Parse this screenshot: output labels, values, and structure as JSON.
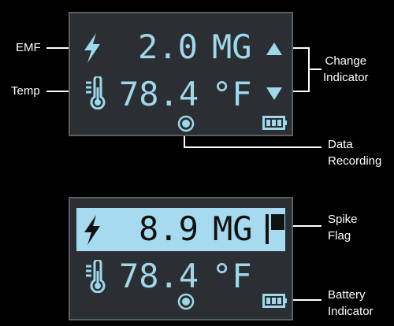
{
  "annotations": {
    "emf": "EMF",
    "temp": "Temp",
    "change_indicator": [
      "Change",
      "Indicator"
    ],
    "data_recording": [
      "Data",
      "Recording"
    ],
    "spike_flag": [
      "Spike",
      "Flag"
    ],
    "battery_indicator": [
      "Battery",
      "Indicator"
    ]
  },
  "screen1": {
    "emf_value": "2.0",
    "emf_unit": "MG",
    "temp_value": "78.4",
    "temp_unit": "°F",
    "icons": [
      "lightning-bolt-icon",
      "thermometer-icon",
      "triangle-up-icon",
      "triangle-down-icon",
      "record-dot-icon",
      "battery-icon"
    ]
  },
  "screen2": {
    "emf_value": "8.9",
    "emf_unit": "MG",
    "temp_value": "78.4",
    "temp_unit": "°F",
    "icons": [
      "lightning-bolt-icon",
      "flag-icon",
      "thermometer-icon",
      "record-dot-icon",
      "battery-icon"
    ]
  },
  "colors": {
    "background": "#000000",
    "screen": "#2b2e32",
    "display_text": "#9fd8ea",
    "highlight_band": "#a6dbef",
    "annotation_text": "#ffffff"
  }
}
